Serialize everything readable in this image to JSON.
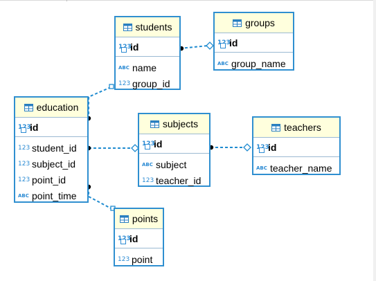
{
  "diagram": {
    "icons": {
      "numeric": "123",
      "text": "ABC",
      "table": "table-icon"
    },
    "colors": {
      "border": "#2f8fd0",
      "header": "#ffffdd",
      "link": "#1f8bd0"
    },
    "tables": {
      "students": {
        "name": "students",
        "pk": "id",
        "columns": [
          {
            "type": "ABC",
            "name": "name"
          },
          {
            "type": "123",
            "name": "group_id"
          }
        ]
      },
      "groups": {
        "name": "groups",
        "pk": "id",
        "columns": [
          {
            "type": "ABC",
            "name": "group_name"
          }
        ]
      },
      "education": {
        "name": "education",
        "pk": "id",
        "columns": [
          {
            "type": "123",
            "name": "student_id"
          },
          {
            "type": "123",
            "name": "subject_id"
          },
          {
            "type": "123",
            "name": "point_id"
          },
          {
            "type": "ABC",
            "name": "point_time"
          }
        ]
      },
      "subjects": {
        "name": "subjects",
        "pk": "id",
        "columns": [
          {
            "type": "ABC",
            "name": "subject"
          },
          {
            "type": "123",
            "name": "teacher_id"
          }
        ]
      },
      "teachers": {
        "name": "teachers",
        "pk": "id",
        "columns": [
          {
            "type": "ABC",
            "name": "teacher_name"
          }
        ]
      },
      "points": {
        "name": "points",
        "pk": "id",
        "columns": [
          {
            "type": "123",
            "name": "point"
          }
        ]
      }
    },
    "relationships": [
      {
        "from": "students",
        "to": "groups"
      },
      {
        "from": "education",
        "to": "students"
      },
      {
        "from": "education",
        "to": "subjects"
      },
      {
        "from": "subjects",
        "to": "teachers"
      },
      {
        "from": "education",
        "to": "points"
      }
    ]
  }
}
